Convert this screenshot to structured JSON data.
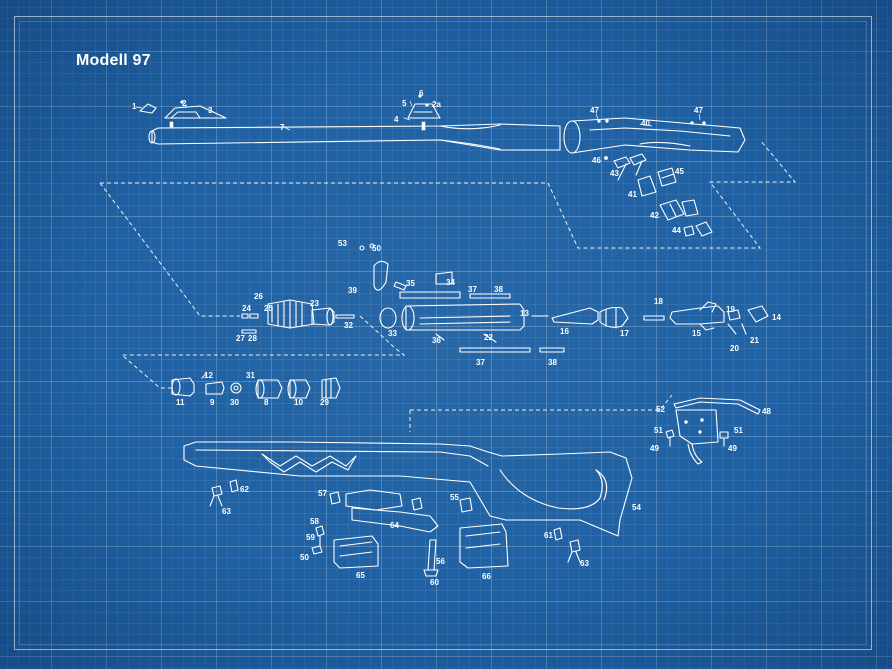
{
  "title": "Modell 97",
  "colors": {
    "background": "#1f61a3",
    "line": "#ffffff"
  },
  "callouts": {
    "c1": "1",
    "c2": "2",
    "c3": "3",
    "c4": "4",
    "c5": "5",
    "c6": "6",
    "c2a": "2a",
    "c7": "7",
    "c8": "8",
    "c9": "9",
    "c10": "10",
    "c11": "11",
    "c12": "12",
    "c13": "13",
    "c14": "14",
    "c15": "15",
    "c16": "16",
    "c17": "17",
    "c18": "18",
    "c19": "19",
    "c20": "20",
    "c21": "21",
    "c22": "22",
    "c23": "23",
    "c24": "24",
    "c25": "25",
    "c26": "26",
    "c27": "27",
    "c28": "28",
    "c29": "29",
    "c30": "30",
    "c31": "31",
    "c32": "32",
    "c33": "33",
    "c34": "34",
    "c35": "35",
    "c36": "36",
    "c37a": "37",
    "c37b": "37",
    "c38a": "38",
    "c38b": "38",
    "c39": "39",
    "c40": "40",
    "c41": "41",
    "c42": "42",
    "c43": "43",
    "c44": "44",
    "c45": "45",
    "c46": "46",
    "c47a": "47",
    "c47b": "47",
    "c48": "48",
    "c49a": "49",
    "c49b": "49",
    "c50": "50",
    "c51a": "51",
    "c51b": "51",
    "c52": "52",
    "c53": "53",
    "c54": "54",
    "c55": "55",
    "c56": "56",
    "c57": "57",
    "c58": "58",
    "c59": "59",
    "c60": "60",
    "c61": "61",
    "c62": "62",
    "c63a": "63",
    "c63b": "63",
    "c64": "64",
    "c65": "65",
    "c66": "66"
  }
}
